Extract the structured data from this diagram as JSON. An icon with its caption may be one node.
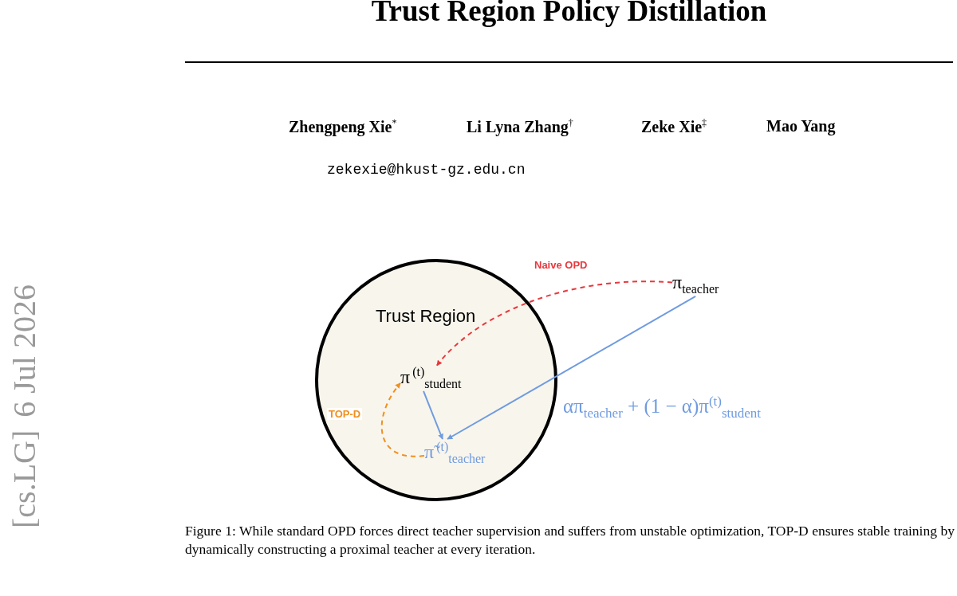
{
  "diagram": {
    "title": "Trust Region Policy Distillation",
    "nodes": [
      {
        "text": [
          "Trust Region"
        ]
      },
      {
        "text": [
          "π$_{teacher}$"
        ]
      },
      {
        "text": [
          "π$^{(t)}$$_{student}$"
        ],
        "in": 0
      },
      {
        "text": [
          "π̃$^{(t)}$$_{teacher}$"
        ],
        "in": 0
      }
    ],
    "edges": [
      {
        "from": 1,
        "to": 2,
        "arrow": "to",
        "label": "Naive OPD",
        "style": "dashed",
        "color": "#e8383d"
      },
      {
        "from": 1,
        "to": 3,
        "arrow": "to",
        "color": "#6f9be0"
      },
      {
        "from": 2,
        "to": 3,
        "arrow": "to",
        "color": "#6f9be0"
      },
      {
        "from": 3,
        "to": 2,
        "arrow": "to",
        "label": "TOP-D",
        "style": "dashed",
        "color": "#f0901e"
      }
    ],
    "labels": [
      "Zhengpeng Xie$^{*}$",
      "Li Lyna Zhang$^{†}$",
      "Zeke Xie$^{‡}$",
      "Mao Yang",
      "zekexie@hkust-gz.edu.cn",
      "[cs.LG]",
      "6 Jul 2026",
      "απ$_{teacher}$ + (1 − α)π$^{(t)}$$_{student}$"
    ],
    "caption": "Figure 1: While standard OPD forces direct teacher supervision and suffers from unstable optimization, TOP-D ensures stable training by dynamically constructing a proximal teacher at every iteration."
  }
}
